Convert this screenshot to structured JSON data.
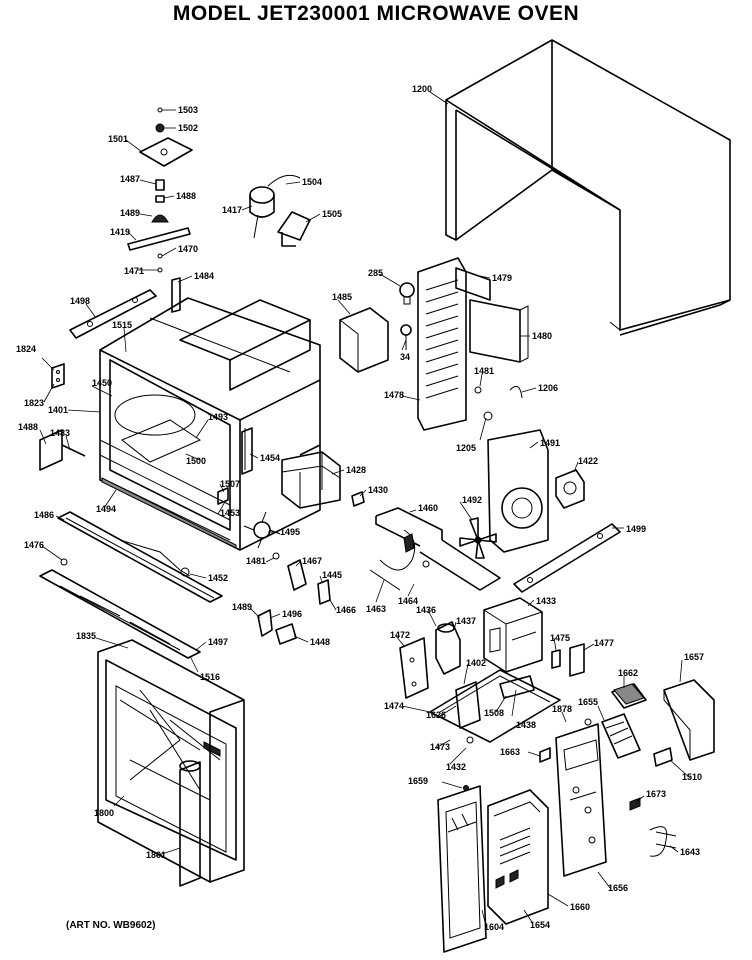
{
  "title": "MODEL  JET230001  MICROWAVE OVEN",
  "art_note": "(ART NO. WB9602)",
  "labels": [
    {
      "id": "1200",
      "text": "1200"
    },
    {
      "id": "1503",
      "text": "1503"
    },
    {
      "id": "1502",
      "text": "1502"
    },
    {
      "id": "1501",
      "text": "1501"
    },
    {
      "id": "1487",
      "text": "1487"
    },
    {
      "id": "1488",
      "text": "1488"
    },
    {
      "id": "1489",
      "text": "1489"
    },
    {
      "id": "1419",
      "text": "1419"
    },
    {
      "id": "1470",
      "text": "1470"
    },
    {
      "id": "1471",
      "text": "1471"
    },
    {
      "id": "1484",
      "text": "1484"
    },
    {
      "id": "1504",
      "text": "1504"
    },
    {
      "id": "1417",
      "text": "1417"
    },
    {
      "id": "1505",
      "text": "1505"
    },
    {
      "id": "1498",
      "text": "1498"
    },
    {
      "id": "1515",
      "text": "1515"
    },
    {
      "id": "1824",
      "text": "1824"
    },
    {
      "id": "1823",
      "text": "1823"
    },
    {
      "id": "1450",
      "text": "1450"
    },
    {
      "id": "1401",
      "text": "1401"
    },
    {
      "id": "1493",
      "text": "1493"
    },
    {
      "id": "1500",
      "text": "1500"
    },
    {
      "id": "1488b",
      "text": "1488"
    },
    {
      "id": "1483",
      "text": "1483"
    },
    {
      "id": "1494",
      "text": "1494"
    },
    {
      "id": "1454",
      "text": "1454"
    },
    {
      "id": "1507",
      "text": "1507"
    },
    {
      "id": "1453",
      "text": "1453"
    },
    {
      "id": "1428",
      "text": "1428"
    },
    {
      "id": "1486",
      "text": "1486"
    },
    {
      "id": "1476",
      "text": "1476"
    },
    {
      "id": "1452",
      "text": "1452"
    },
    {
      "id": "1495",
      "text": "1495"
    },
    {
      "id": "1481",
      "text": "1481"
    },
    {
      "id": "1467",
      "text": "1467"
    },
    {
      "id": "1445",
      "text": "1445"
    },
    {
      "id": "1489b",
      "text": "1489"
    },
    {
      "id": "1496",
      "text": "1496"
    },
    {
      "id": "1466",
      "text": "1466"
    },
    {
      "id": "1448",
      "text": "1448"
    },
    {
      "id": "1497",
      "text": "1497"
    },
    {
      "id": "1516",
      "text": "1516"
    },
    {
      "id": "1835",
      "text": "1835"
    },
    {
      "id": "1800",
      "text": "1800"
    },
    {
      "id": "1801",
      "text": "1801"
    },
    {
      "id": "285",
      "text": "285"
    },
    {
      "id": "1485",
      "text": "1485"
    },
    {
      "id": "34",
      "text": "34"
    },
    {
      "id": "1479",
      "text": "1479"
    },
    {
      "id": "1480",
      "text": "1480"
    },
    {
      "id": "1478",
      "text": "1478"
    },
    {
      "id": "1481b",
      "text": "1481"
    },
    {
      "id": "1206",
      "text": "1206"
    },
    {
      "id": "1205",
      "text": "1205"
    },
    {
      "id": "1491",
      "text": "1491"
    },
    {
      "id": "1422",
      "text": "1422"
    },
    {
      "id": "1430",
      "text": "1430"
    },
    {
      "id": "1460",
      "text": "1460"
    },
    {
      "id": "1492",
      "text": "1492"
    },
    {
      "id": "1499",
      "text": "1499"
    },
    {
      "id": "1463",
      "text": "1463"
    },
    {
      "id": "1464",
      "text": "1464"
    },
    {
      "id": "1436",
      "text": "1436"
    },
    {
      "id": "1433",
      "text": "1433"
    },
    {
      "id": "1437",
      "text": "1437"
    },
    {
      "id": "1472",
      "text": "1472"
    },
    {
      "id": "1475",
      "text": "1475"
    },
    {
      "id": "1477",
      "text": "1477"
    },
    {
      "id": "1662",
      "text": "1662"
    },
    {
      "id": "1657",
      "text": "1657"
    },
    {
      "id": "1402",
      "text": "1402"
    },
    {
      "id": "1474",
      "text": "1474"
    },
    {
      "id": "1626",
      "text": "1626"
    },
    {
      "id": "1508",
      "text": "1508"
    },
    {
      "id": "1438",
      "text": "1438"
    },
    {
      "id": "1878",
      "text": "1878"
    },
    {
      "id": "1655",
      "text": "1655"
    },
    {
      "id": "1473",
      "text": "1473"
    },
    {
      "id": "1432",
      "text": "1432"
    },
    {
      "id": "1663",
      "text": "1663"
    },
    {
      "id": "1510",
      "text": "1510"
    },
    {
      "id": "1659",
      "text": "1659"
    },
    {
      "id": "1673",
      "text": "1673"
    },
    {
      "id": "1643",
      "text": "1643"
    },
    {
      "id": "1656",
      "text": "1656"
    },
    {
      "id": "1660",
      "text": "1660"
    },
    {
      "id": "1604",
      "text": "1604"
    },
    {
      "id": "1654",
      "text": "1654"
    }
  ]
}
